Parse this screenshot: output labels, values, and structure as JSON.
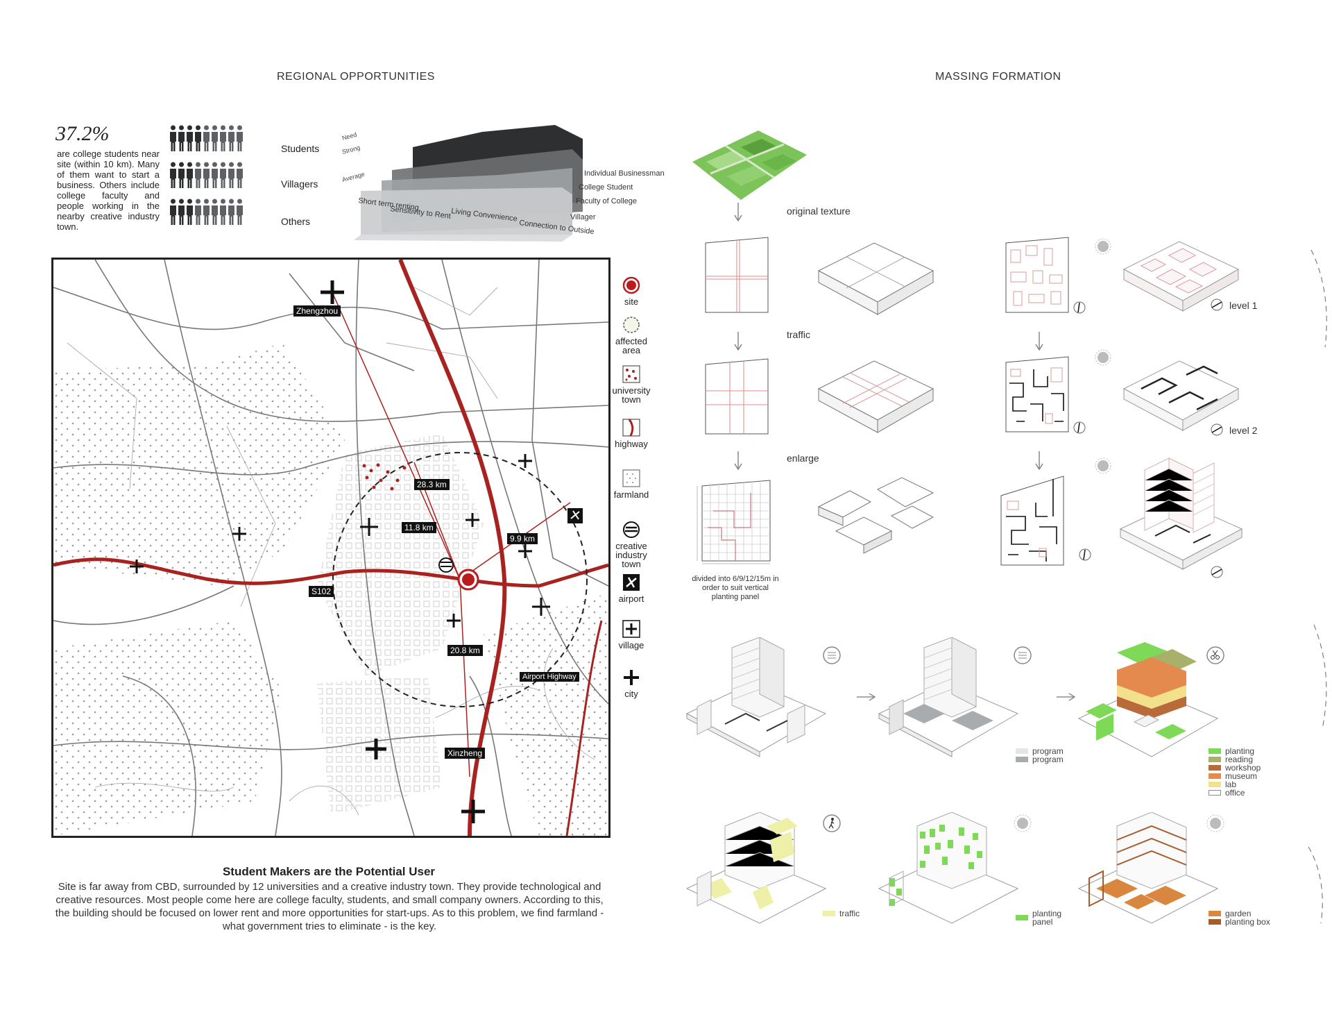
{
  "titles": {
    "regional": "REGIONAL OPPORTUNITIES",
    "massing": "MASSING FORMATION"
  },
  "stat": {
    "percent": "37.2%",
    "description": "are college students near site (within 10 km). Many of them want to start a business. Others include college faculty and people working in the nearby creative industry town."
  },
  "people_rows": [
    {
      "label": "Students"
    },
    {
      "label": "Villagers"
    },
    {
      "label": "Others"
    }
  ],
  "ribbon_chart": {
    "y_labels": [
      "Need",
      "Strong",
      "Average"
    ],
    "x_labels": [
      "Short term renting",
      "Sensitivity to Rent",
      "Living Convenience",
      "Connection to Outside"
    ],
    "series": [
      "Individual Businessman",
      "College Student",
      "Faculty of College",
      "Villager"
    ]
  },
  "map": {
    "cities": [
      "Zhengzhou",
      "Xinzheng"
    ],
    "distances": [
      "28.3 km",
      "11.8 km",
      "9.9 km",
      "20.8 km"
    ],
    "roads": [
      "S102",
      "Airport Highway"
    ]
  },
  "legend": [
    {
      "label": "site",
      "icon": "site-icon"
    },
    {
      "label": "affected area",
      "icon": "affected-area-icon"
    },
    {
      "label": "university town",
      "icon": "university-town-icon"
    },
    {
      "label": "highway",
      "icon": "highway-icon"
    },
    {
      "label": "farmland",
      "icon": "farmland-icon"
    },
    {
      "label": "creative industry town",
      "icon": "creative-industry-icon"
    },
    {
      "label": "airport",
      "icon": "airport-icon"
    },
    {
      "label": "village",
      "icon": "village-icon"
    },
    {
      "label": "city",
      "icon": "city-icon"
    }
  ],
  "text_block": {
    "headline": "Student Makers are the Potential User",
    "body": "Site is far away from CBD, surrounded by 12 universities and a creative industry town. They provide technological and creative resources. Most people come here are college faculty, students, and small company owners. According to this, the building should be focused on lower rent and more opportunities for start-ups. As to this problem, we find farmland - what government tries to eliminate - is the key."
  },
  "massing": {
    "steps": [
      "original texture",
      "traffic",
      "enlarge"
    ],
    "grid_caption": "divided into 6/9/12/15m in order to suit vertical planting panel",
    "levels": [
      "level 1",
      "level 2"
    ],
    "program_key": [
      {
        "label": "program",
        "color": "#e6e6e6"
      },
      {
        "label": "program",
        "color": "#a9acaf"
      }
    ],
    "function_key": [
      {
        "label": "planting",
        "color": "#7ed957"
      },
      {
        "label": "reading",
        "color": "#a8b06a"
      },
      {
        "label": "workshop",
        "color": "#b86a3a"
      },
      {
        "label": "museum",
        "color": "#e58a4e"
      },
      {
        "label": "lab",
        "color": "#f2e08a"
      },
      {
        "label": "office",
        "color": "#ffffff"
      }
    ],
    "traffic_key": {
      "label": "traffic",
      "color": "#eef0a8"
    },
    "planting_key": {
      "label": "planting panel",
      "color": "#7ed957"
    },
    "garden_key": [
      {
        "label": "garden",
        "color": "#d9863f"
      },
      {
        "label": "planting box",
        "color": "#a55b2a"
      }
    ]
  },
  "colors": {
    "highway": "#a8231f",
    "site": "#b81c1c",
    "green": "#7ed957",
    "orange": "#e58a4e"
  }
}
